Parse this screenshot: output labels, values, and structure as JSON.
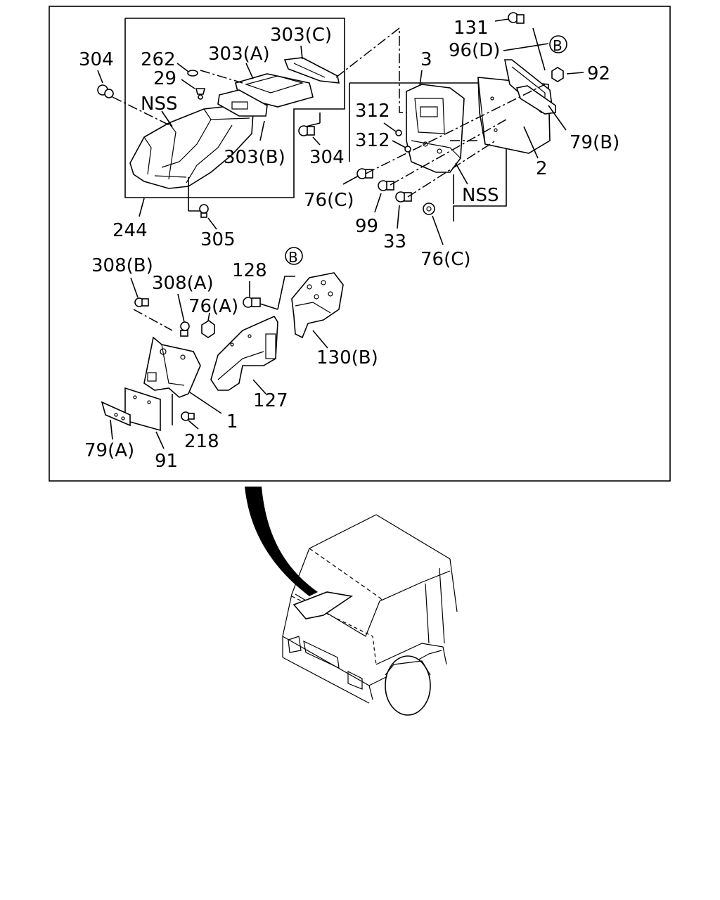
{
  "labels": {
    "l304a": "304",
    "l262": "262",
    "l29": "29",
    "l303a": "303(A)",
    "l303c": "303(C)",
    "lnss1": "NSS",
    "l303b": "303(B)",
    "l304b": "304",
    "l244": "244",
    "l305": "305",
    "l3": "3",
    "l312a": "312",
    "l312b": "312",
    "l76c1": "76(C)",
    "l99": "99",
    "l33": "33",
    "l76c2": "76(C)",
    "lnss2": "NSS",
    "l2": "2",
    "l131": "131",
    "l96d": "96(D)",
    "lb1": "B",
    "l92": "92",
    "l79b": "79(B)",
    "l308b": "308(B)",
    "l308a": "308(A)",
    "l128": "128",
    "l76a": "76(A)",
    "lb2": "B",
    "l130b": "130(B)",
    "l127": "127",
    "l1": "1",
    "l218": "218",
    "l79a": "79(A)",
    "l91": "91"
  },
  "icons": [
    "bolt-icon",
    "washer-icon",
    "nut-icon",
    "clip-icon",
    "truck-cab-icon"
  ]
}
